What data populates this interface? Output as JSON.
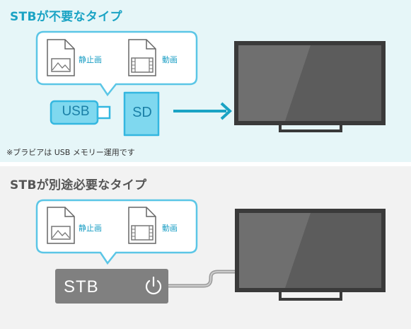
{
  "top": {
    "title": "STBが不要なタイプ",
    "file_still": "静止画",
    "file_video": "動画",
    "usb_label": "USB",
    "sd_label": "SD",
    "note": "※ブラビアは USB メモリー運用です"
  },
  "bottom": {
    "title": "STBが別途必要なタイプ",
    "file_still": "静止画",
    "file_video": "動画",
    "stb_label": "STB"
  },
  "colors": {
    "accent": "#1aa3c4",
    "device_fill": "#7fd8ef",
    "device_stroke": "#34b7e0",
    "tv_frame": "#3a3a3a",
    "stb_box": "#808080"
  }
}
